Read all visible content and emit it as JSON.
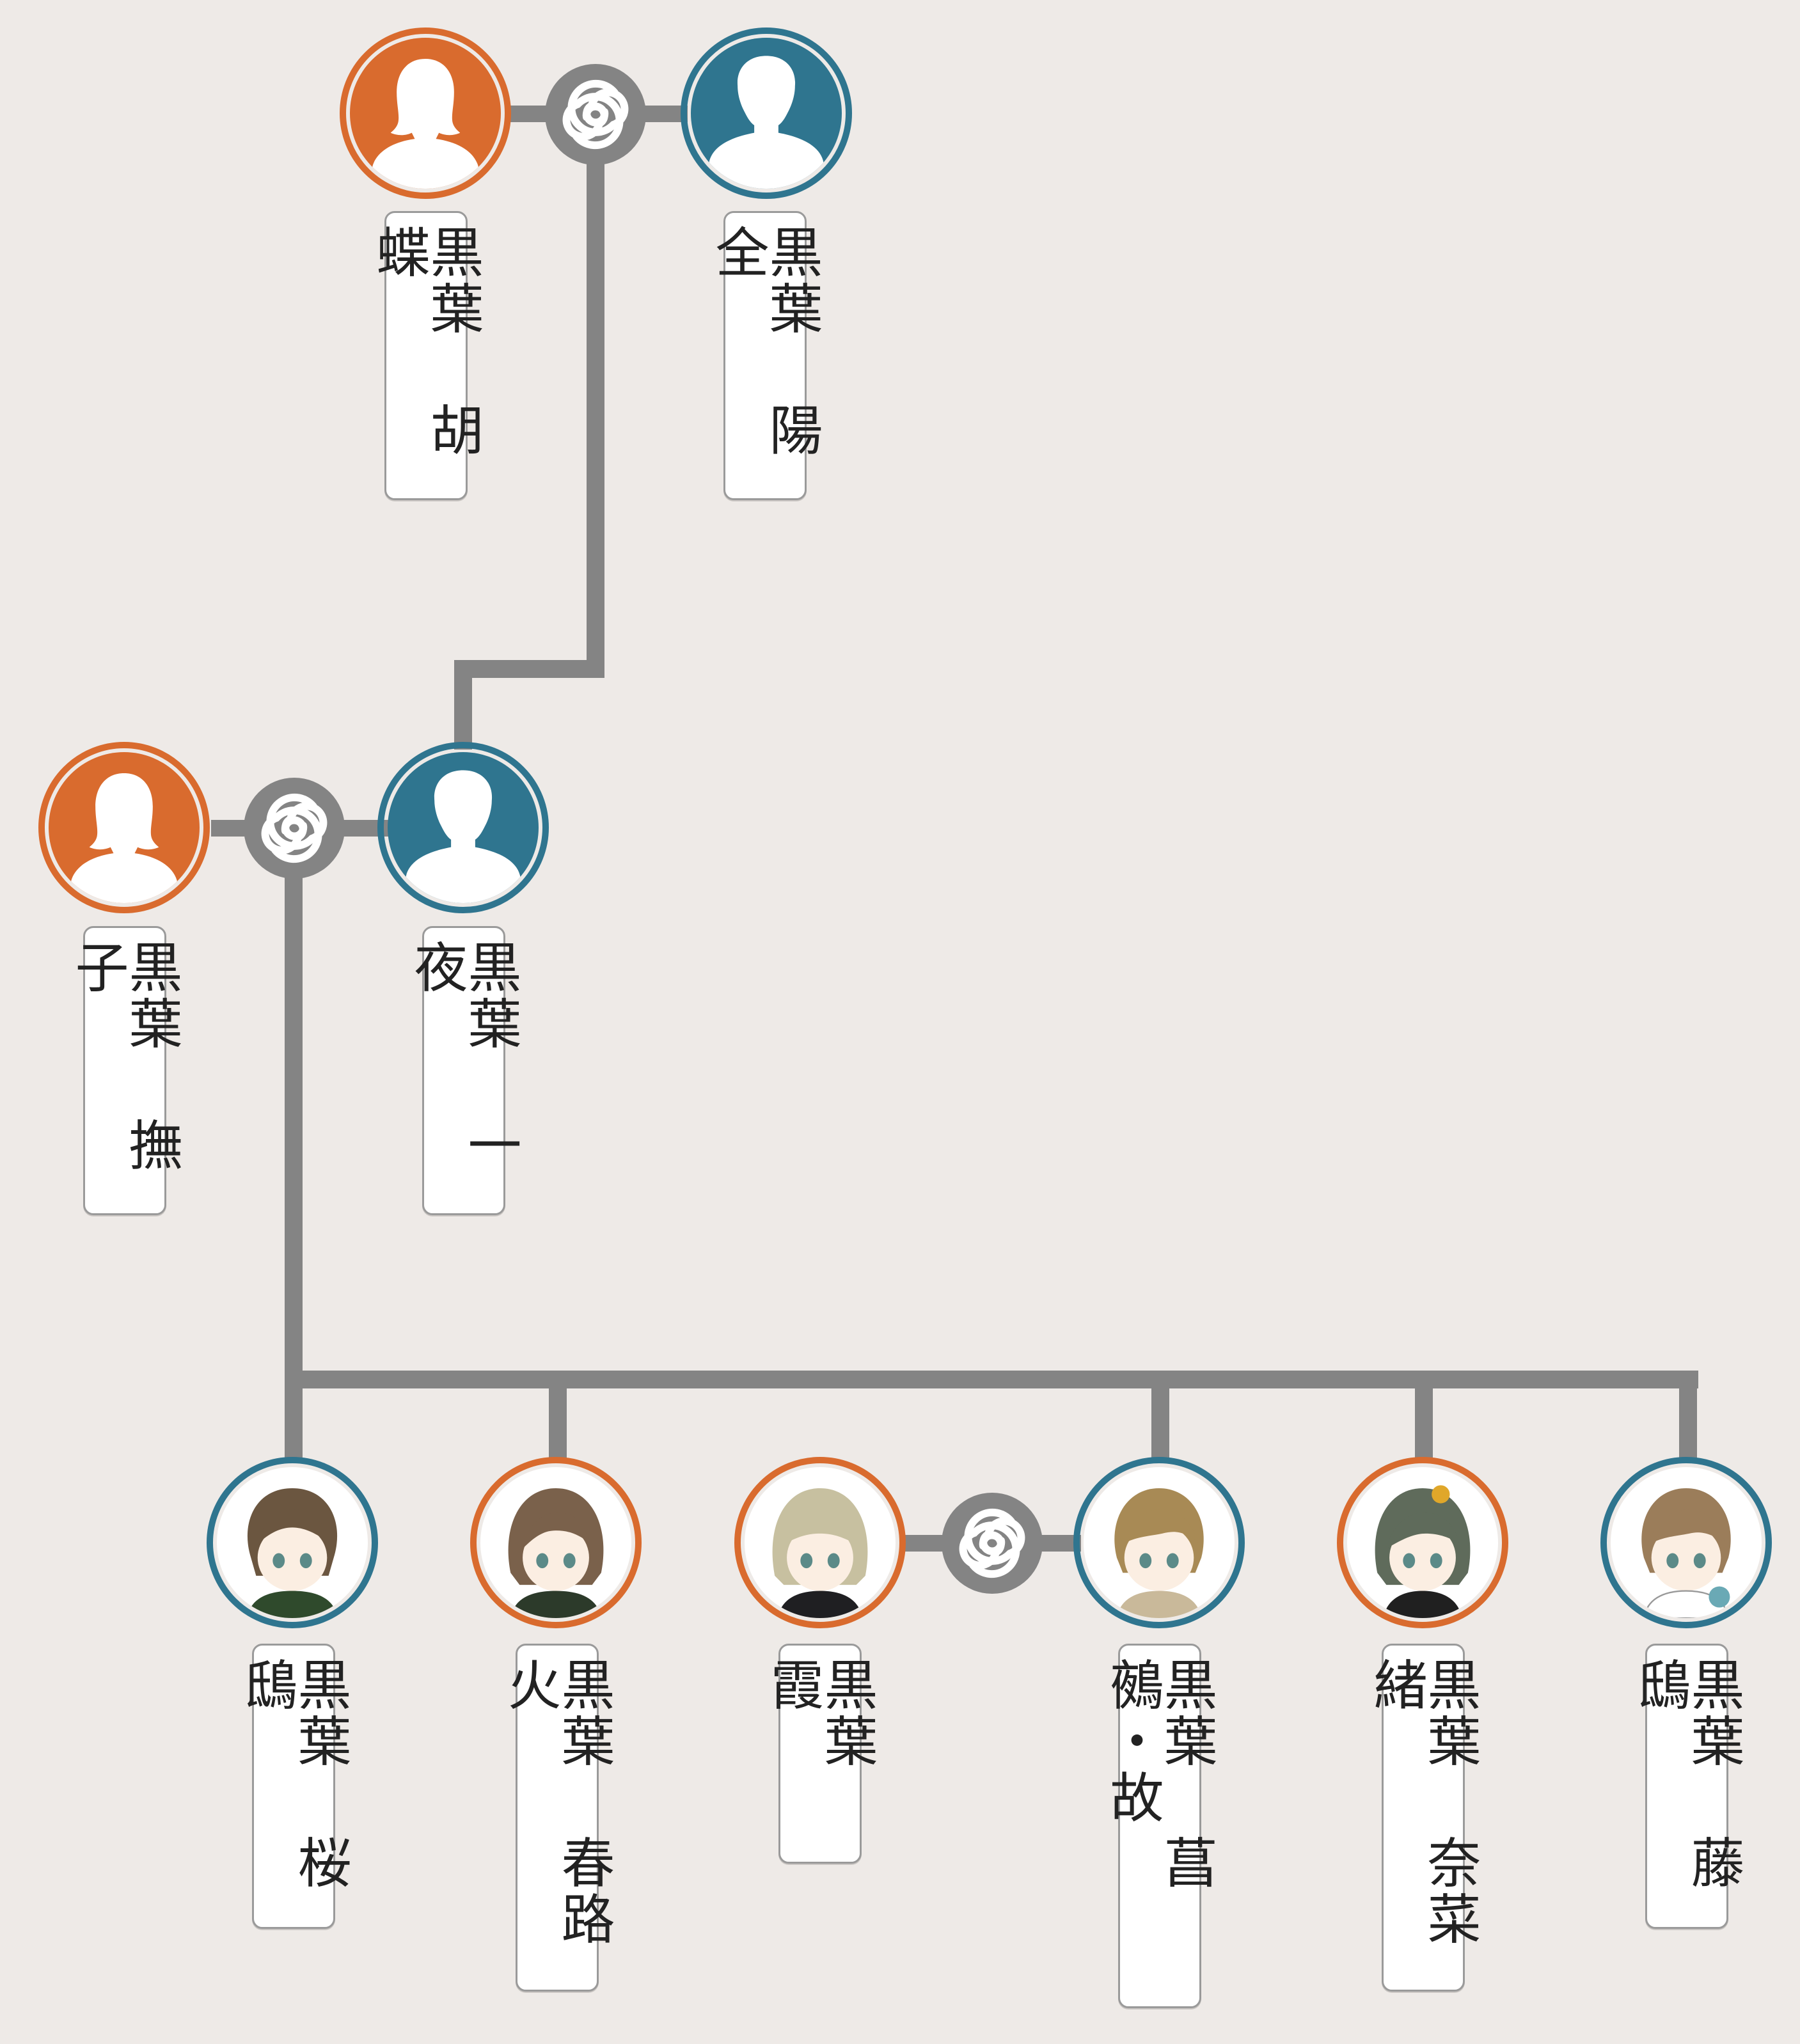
{
  "colors": {
    "female": "#d96b2e",
    "male": "#2f758f",
    "connector": "#848484",
    "background": "#eeeae7"
  },
  "icons": {
    "marriage": "spiral-ring-icon",
    "unknown_person": "person-silhouette-icon"
  },
  "people": {
    "kocho": {
      "name": "黒葉 胡蝶",
      "gender": "female"
    },
    "youzen": {
      "name": "黒葉 陽全",
      "gender": "male"
    },
    "nadeshiko": {
      "name": "黒葉 撫子",
      "gender": "female"
    },
    "ichiya": {
      "name": "黒葉 一夜",
      "gender": "male"
    },
    "oushi": {
      "name": "黒葉 桜鴟",
      "gender": "male"
    },
    "harurobi": {
      "name": "黒葉 春路火",
      "gender": "female"
    },
    "kasumi": {
      "name": "黒葉 霞",
      "gender": "female"
    },
    "shoushi": {
      "name": "黒葉 菖鵺・故",
      "gender": "male"
    },
    "nanao": {
      "name": "黒葉 奈菜緒",
      "gender": "female"
    },
    "toushi": {
      "name": "黒葉 藤鴟",
      "gender": "male"
    }
  }
}
